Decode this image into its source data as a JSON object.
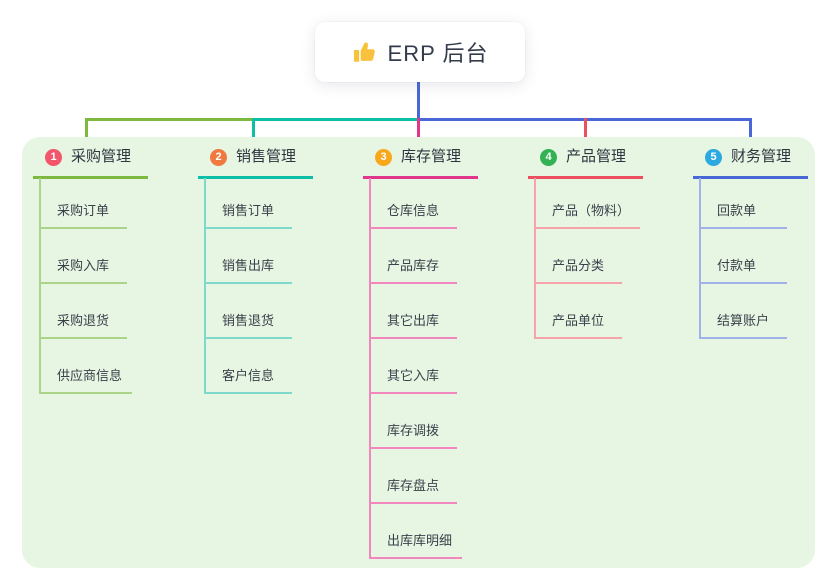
{
  "root": {
    "title": "ERP 后台",
    "icon": "thumbs-up-icon",
    "icon_color": "#F9C23C"
  },
  "panel": {
    "background": "#E7F6E3"
  },
  "connector": {
    "root_line_color": "#4A67D8"
  },
  "branches": [
    {
      "number": "1",
      "label": "采购管理",
      "badge_color": "#F2566B",
      "line_color": "#7CB93E",
      "child_line_color": "#ABD489",
      "children": [
        "采购订单",
        "采购入库",
        "采购退货",
        "供应商信息"
      ]
    },
    {
      "number": "2",
      "label": "销售管理",
      "badge_color": "#F0793F",
      "line_color": "#0EBFA8",
      "child_line_color": "#7FD9CB",
      "children": [
        "销售订单",
        "销售出库",
        "销售退货",
        "客户信息"
      ]
    },
    {
      "number": "3",
      "label": "库存管理",
      "badge_color": "#F8A81B",
      "line_color": "#E0368C",
      "child_line_color": "#F287BE",
      "children": [
        "仓库信息",
        "产品库存",
        "其它出库",
        "其它入库",
        "库存调拨",
        "库存盘点",
        "出库库明细"
      ]
    },
    {
      "number": "4",
      "label": "产品管理",
      "badge_color": "#33B254",
      "line_color": "#EC4F5F",
      "child_line_color": "#F7A3AB",
      "children": [
        "产品（物料）",
        "产品分类",
        "产品单位"
      ]
    },
    {
      "number": "5",
      "label": "财务管理",
      "badge_color": "#2BA9E0",
      "line_color": "#4A67D8",
      "child_line_color": "#9FB3EA",
      "children": [
        "回款单",
        "付款单",
        "结算账户"
      ]
    }
  ]
}
